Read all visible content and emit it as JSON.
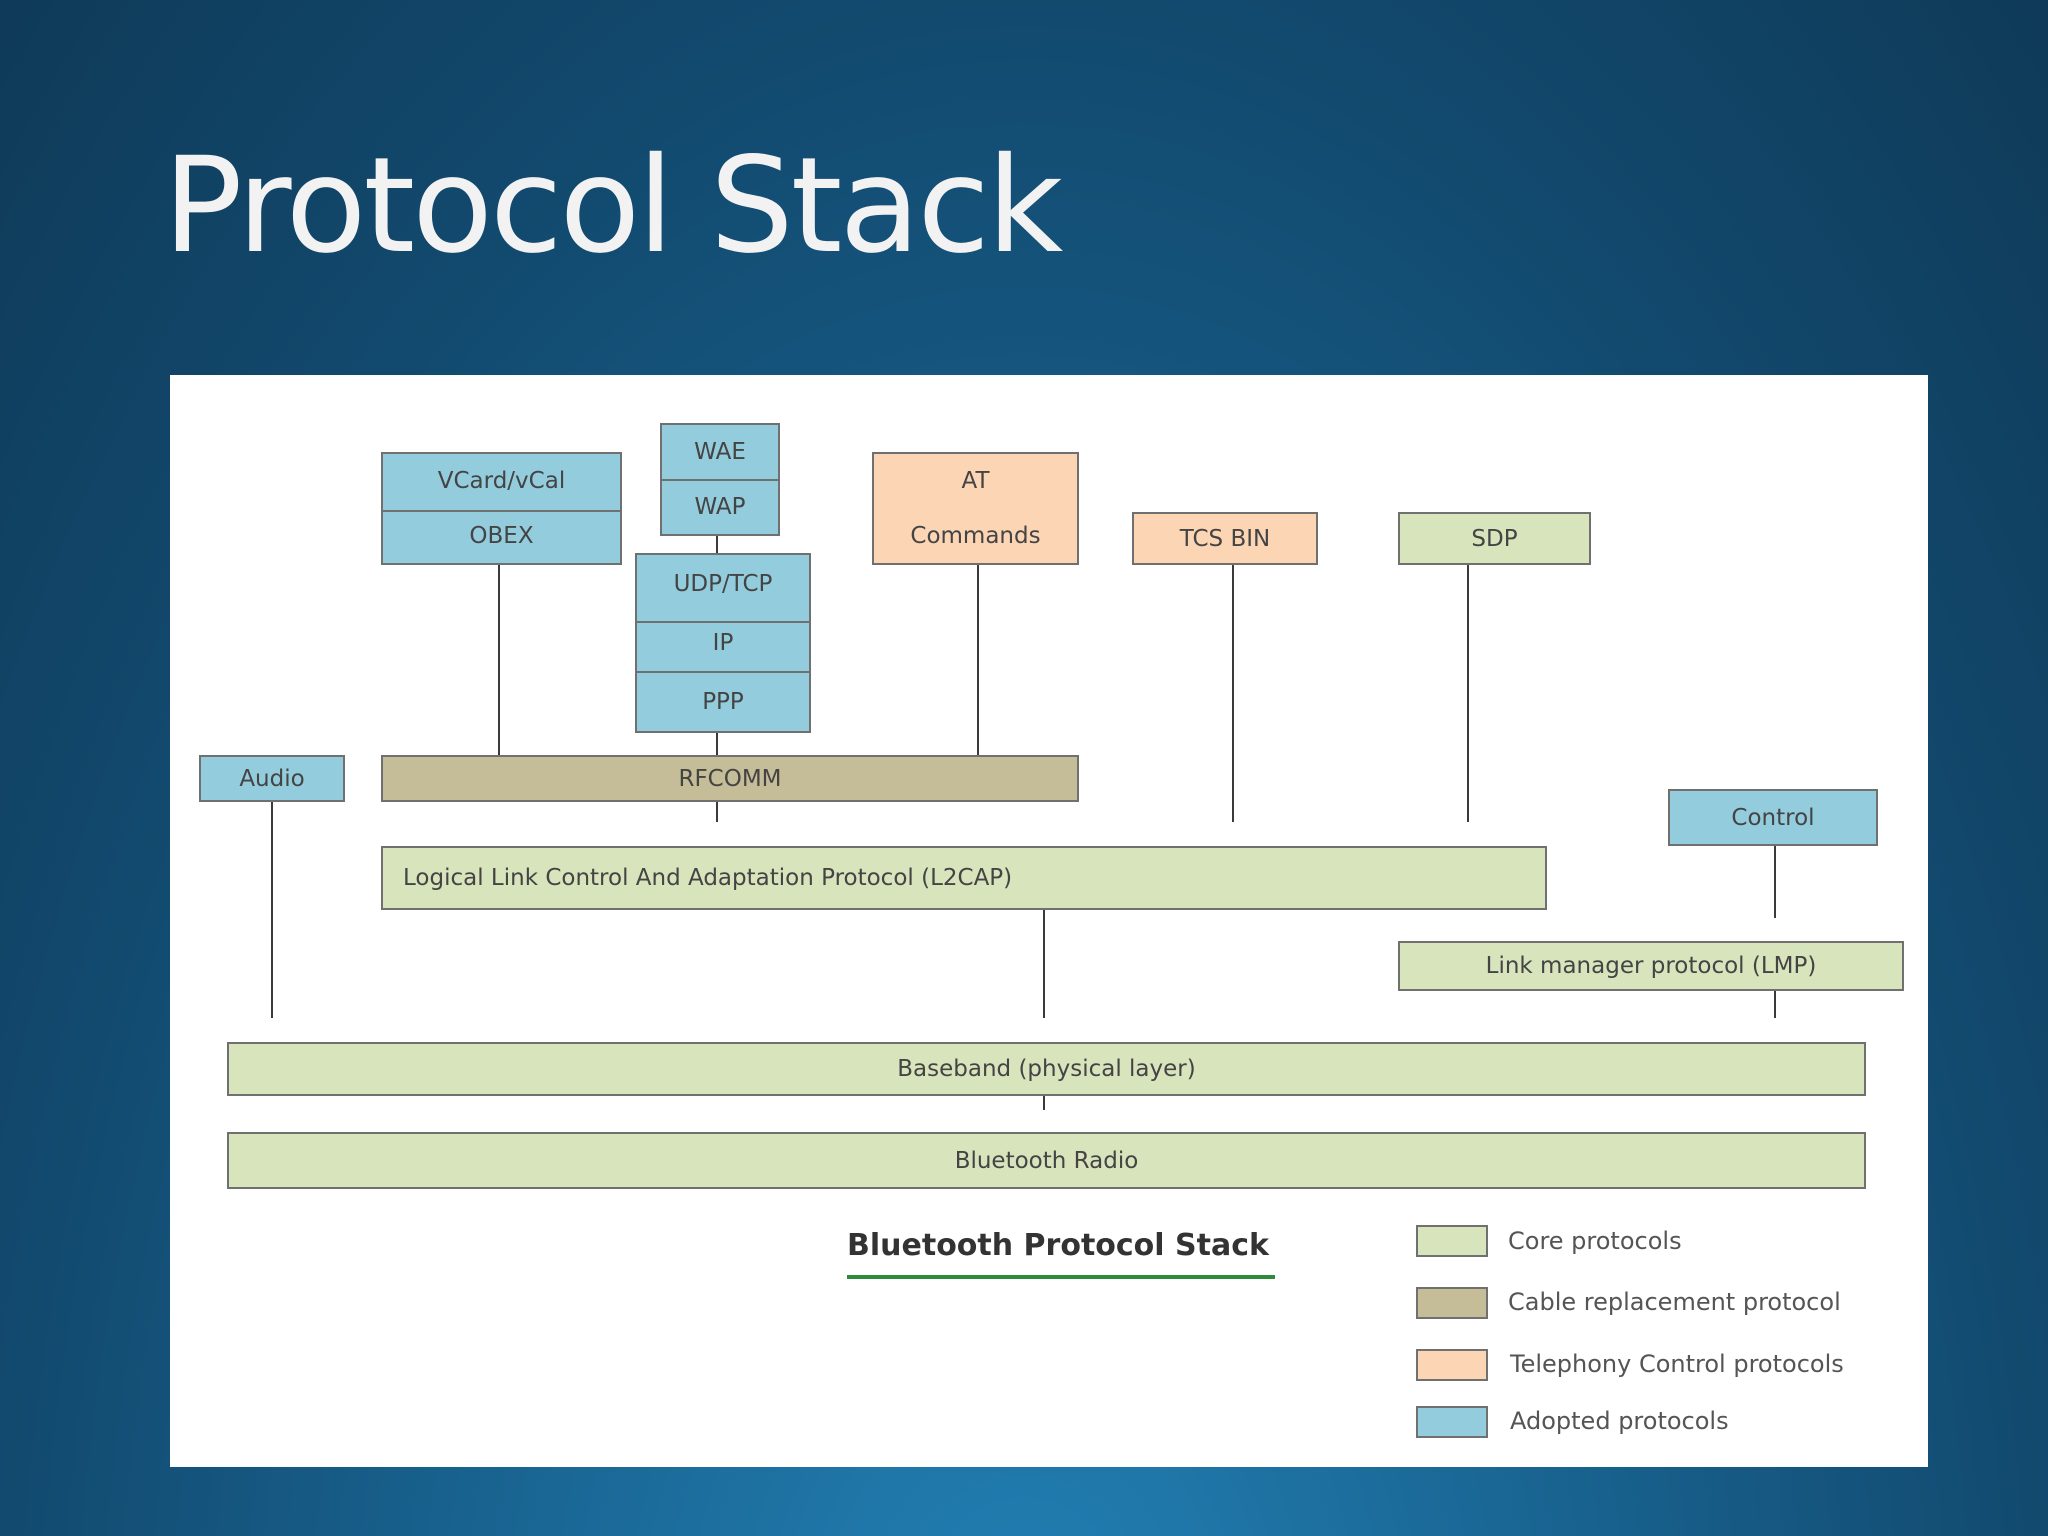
{
  "slide": {
    "title": "Protocol Stack"
  },
  "diagram": {
    "caption": "Bluetooth Protocol Stack",
    "colors": {
      "core": "#d8e4bc",
      "cable": "#c4bd97",
      "telephony": "#fcd5b4",
      "adopted": "#93cddd"
    },
    "nodes": {
      "vcard": "VCard/vCal",
      "obex": "OBEX",
      "wae": "WAE",
      "wap": "WAP",
      "udp_tcp": "UDP/TCP",
      "ip": "IP",
      "ppp": "PPP",
      "at_line1": "AT",
      "at_line2": "Commands",
      "tcs_bin": "TCS BIN",
      "sdp": "SDP",
      "audio": "Audio",
      "rfcomm": "RFCOMM",
      "control": "Control",
      "l2cap": "Logical Link Control And Adaptation Protocol (L2CAP)",
      "lmp": "Link manager protocol (LMP)",
      "baseband": "Baseband (physical layer)",
      "radio": "Bluetooth Radio"
    },
    "legend": [
      {
        "label": "Core protocols",
        "category": "core"
      },
      {
        "label": "Cable replacement protocol",
        "category": "cable"
      },
      {
        "label": "Telephony Control protocols",
        "category": "telephony"
      },
      {
        "label": "Adopted protocols",
        "category": "adopted"
      }
    ]
  }
}
